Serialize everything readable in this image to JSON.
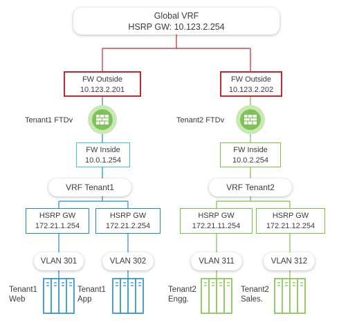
{
  "global_vrf": {
    "title": "Global VRF",
    "gw": "HSRP GW: 10.123.2.254"
  },
  "tenant1": {
    "fw_outside": {
      "title": "FW Outside",
      "ip": "10.123.2.201"
    },
    "ftdv_label": "Tenant1 FTDv",
    "fw_inside": {
      "title": "FW Inside",
      "ip": "10.0.1.254"
    },
    "vrf": "VRF Tenant1",
    "gw_left": {
      "title": "HSRP GW",
      "ip": "172.21.1.254"
    },
    "gw_right": {
      "title": "HSRP GW",
      "ip": "172.21.2.254"
    },
    "vlan_left": "VLAN 301",
    "vlan_right": "VLAN 302",
    "server_left": {
      "line1": "Tenant1",
      "line2": "Web"
    },
    "server_right": {
      "line1": "Tenant1",
      "line2": "App"
    }
  },
  "tenant2": {
    "fw_outside": {
      "title": "FW Outside",
      "ip": "10.123.2.202"
    },
    "ftdv_label": "Tenant2 FTDv",
    "fw_inside": {
      "title": "FW Inside",
      "ip": "10.0.2.254"
    },
    "vrf": "VRF Tenant2",
    "gw_left": {
      "title": "HSRP GW",
      "ip": "172.21.11.254"
    },
    "gw_right": {
      "title": "HSRP GW",
      "ip": "172.21.12.254"
    },
    "vlan_left": "VLAN 311",
    "vlan_right": "VLAN 312",
    "server_left": {
      "line1": "Tenant2",
      "line2": "Engg."
    },
    "server_right": {
      "line1": "Tenant2",
      "line2": "Sales."
    }
  },
  "colors": {
    "outside": "#c0292b",
    "tenant1": "#1e88c7",
    "tenant2": "#78c043",
    "tenant1_inside": "#3fbfe0",
    "firewall": "#6cbf4a"
  }
}
